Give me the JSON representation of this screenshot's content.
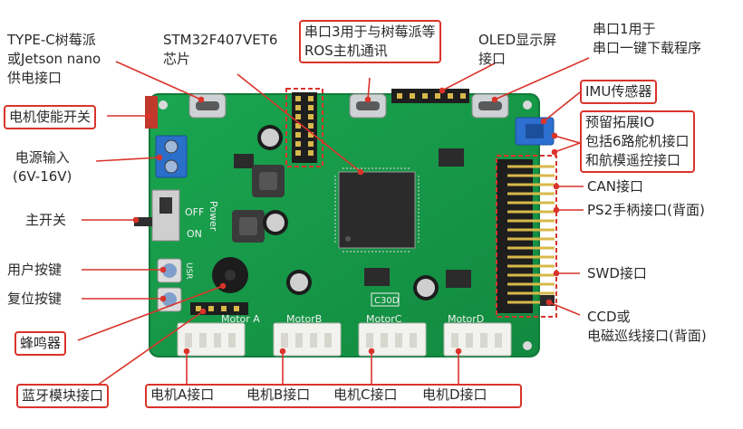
{
  "callouts": {
    "typec": "TYPE-C树莓派\n或Jetson nano\n供电接口",
    "stm32": "STM32F407VET6\n芯片",
    "uart3": "串口3用于与树莓派等\nROS主机通讯",
    "oled": "OLED显示屏\n接口",
    "uart1": "串口1用于\n串口一键下载程序",
    "motor_enable": "电机使能开关",
    "imu": "IMU传感器",
    "power_in": "电源输入\n(6V-16V)",
    "expansion": "预留拓展IO\n包括6路舵机接口\n和航模遥控接口",
    "can": "CAN接口",
    "ps2": "PS2手柄接口(背面)",
    "main_switch": "主开关",
    "user_key": "用户按键",
    "reset_key": "复位按键",
    "swd": "SWD接口",
    "ccd": "CCD或\n电磁巡线接口(背面)",
    "buzzer": "蜂鸣器",
    "bluetooth": "蓝牙模块接口",
    "motor_a": "电机A接口",
    "motor_b": "电机B接口",
    "motor_c": "电机C接口",
    "motor_d": "电机D接口"
  },
  "silkscreen": {
    "motor_a": "Motor A",
    "motor_b": "MotorB",
    "motor_c": "MotorC",
    "motor_d": "MotorD",
    "power": "Power",
    "off": "OFF",
    "on": "ON",
    "usr": "USR",
    "c30d": "C30D"
  },
  "colors": {
    "pcb": "#159a48",
    "pcb_edge": "#0f7a38",
    "callout_border": "#d9342b",
    "leader": "#d9342b",
    "chip": "#2b2b2b",
    "connector_white": "#f2f2ee",
    "imu_blue": "#2d6fd0"
  }
}
